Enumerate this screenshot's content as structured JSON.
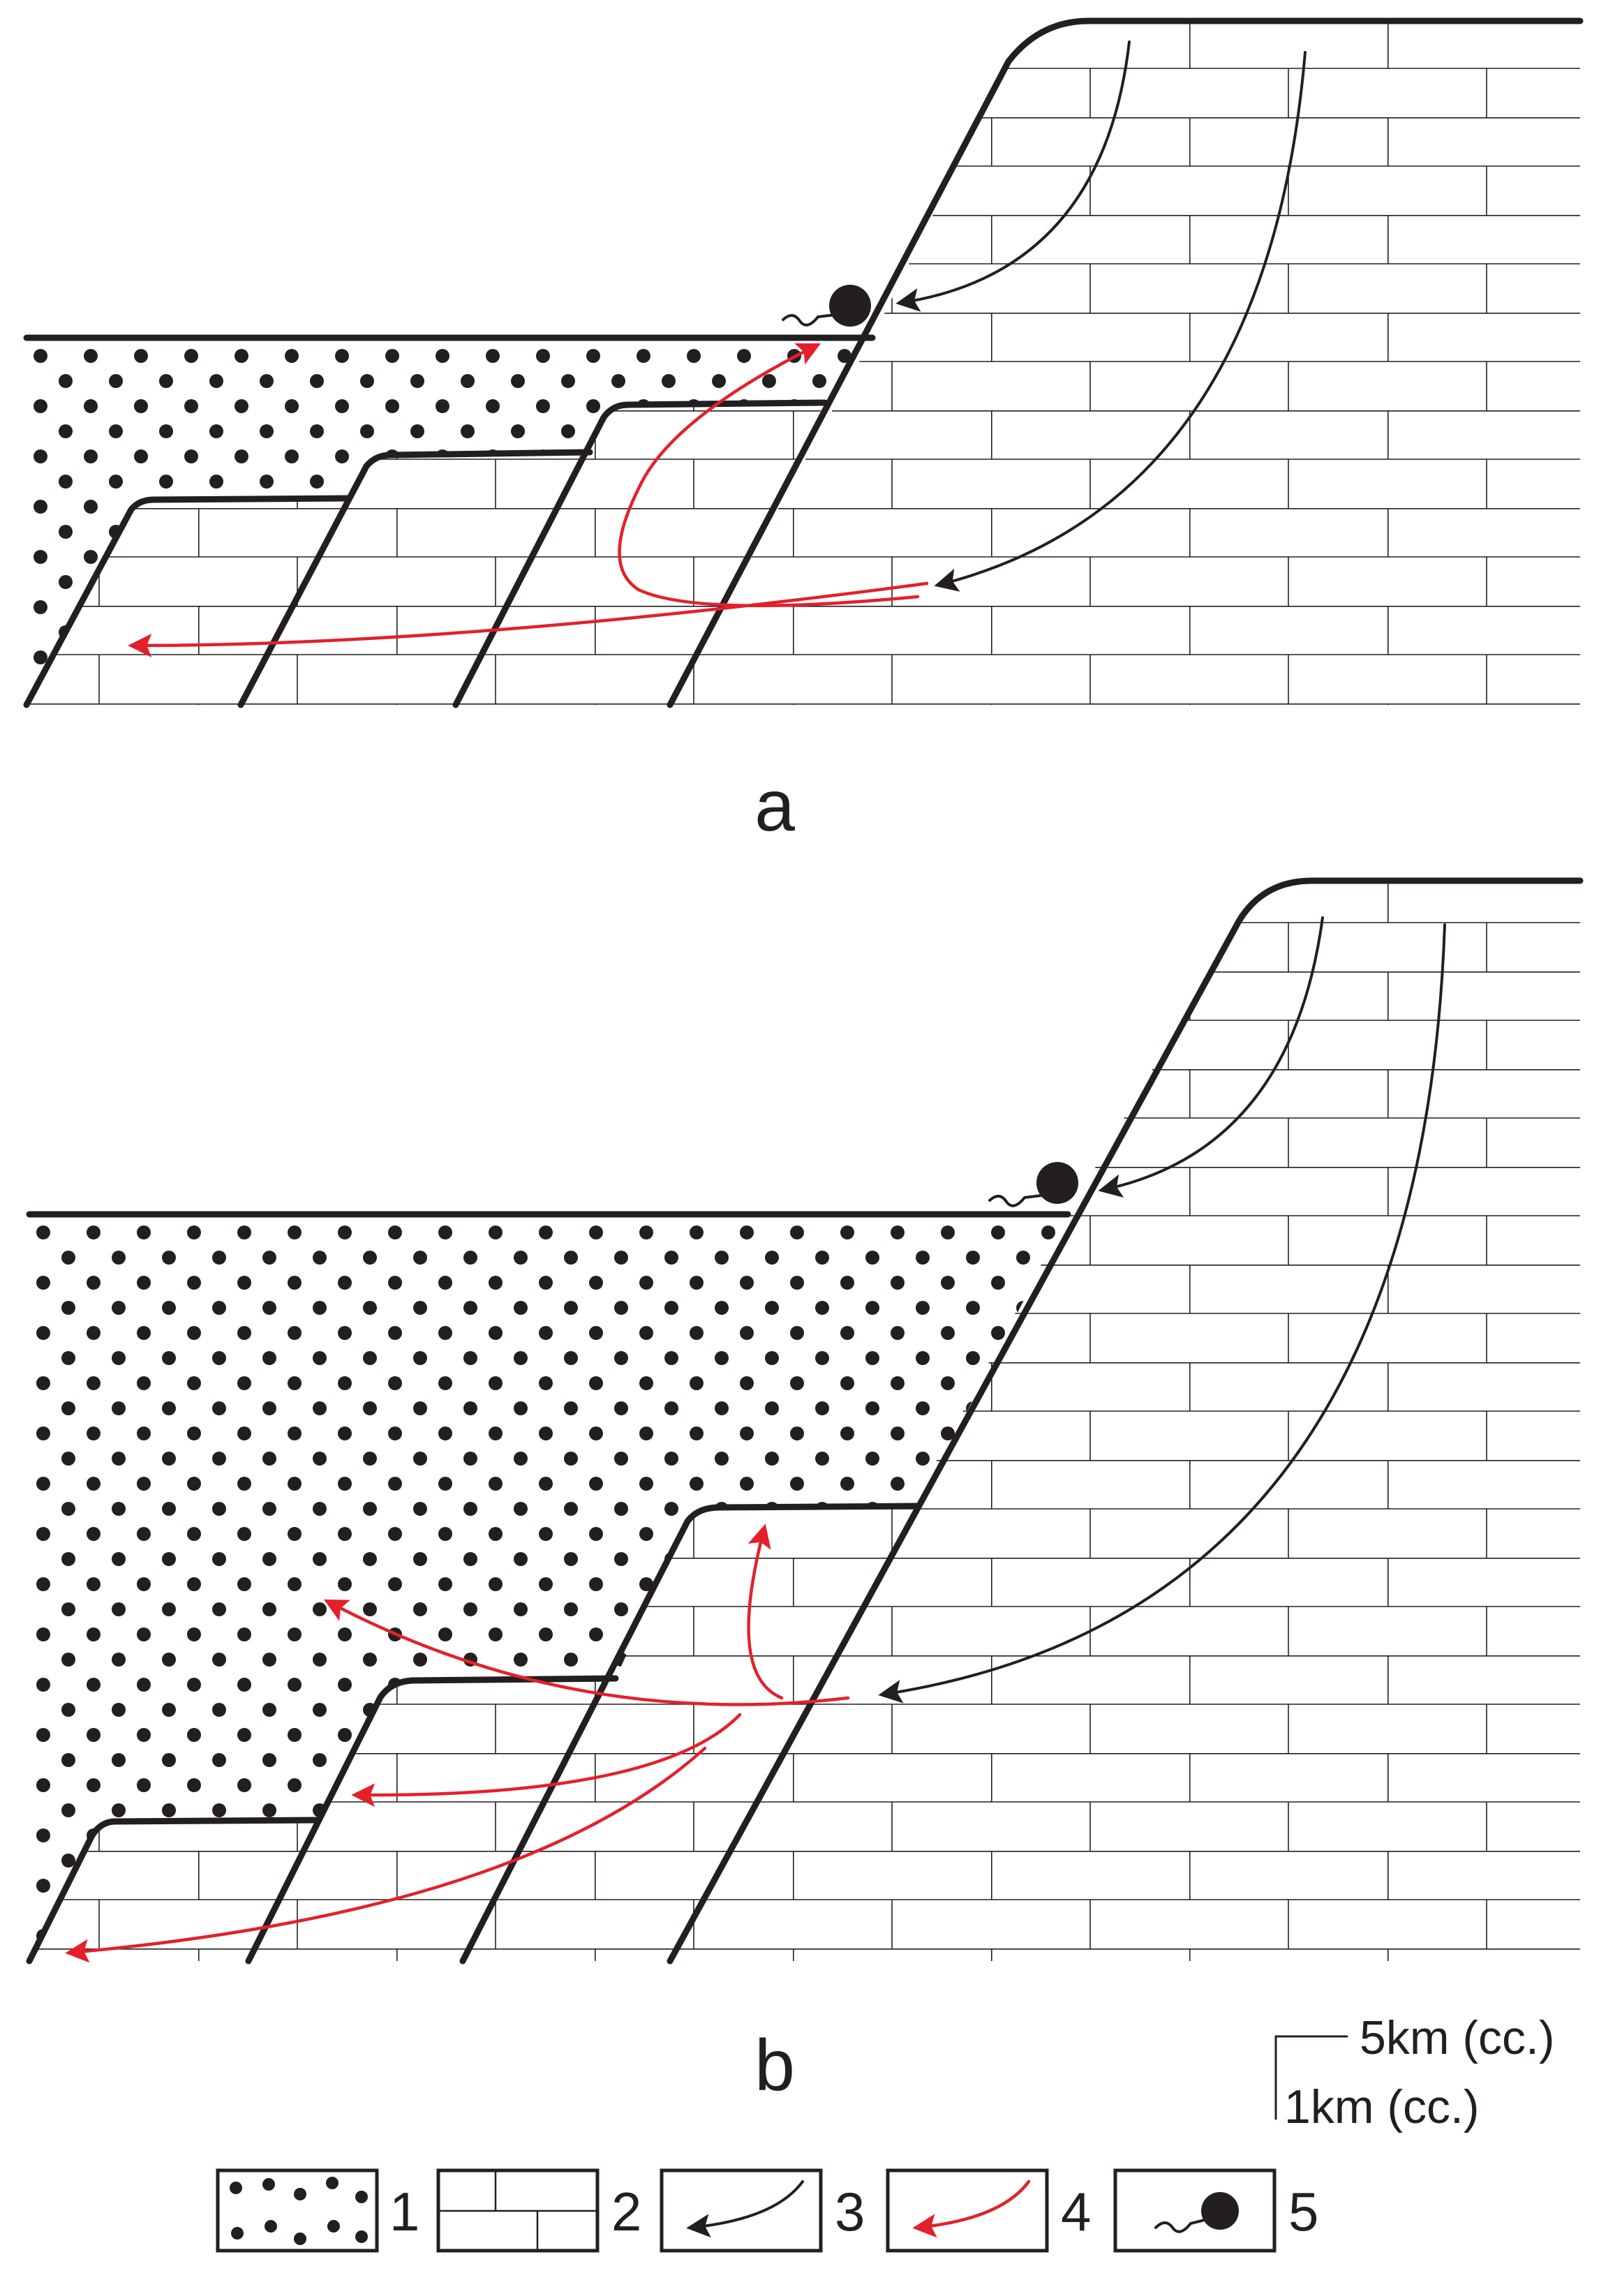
{
  "panels": {
    "a": {
      "label": "a"
    },
    "b": {
      "label": "b"
    }
  },
  "scale": {
    "horizontal": "5km (cc.)",
    "vertical": "1km (cc.)"
  },
  "legend": [
    {
      "key": "1",
      "symbol": "dotted-fill"
    },
    {
      "key": "2",
      "symbol": "brick-pattern"
    },
    {
      "key": "3",
      "symbol": "black-curved-arrow"
    },
    {
      "key": "4",
      "symbol": "red-curved-arrow"
    },
    {
      "key": "5",
      "symbol": "spring-symbol"
    }
  ],
  "colors": {
    "line": "#231f20",
    "red_arrow": "#e4202a",
    "background": "#ffffff"
  }
}
